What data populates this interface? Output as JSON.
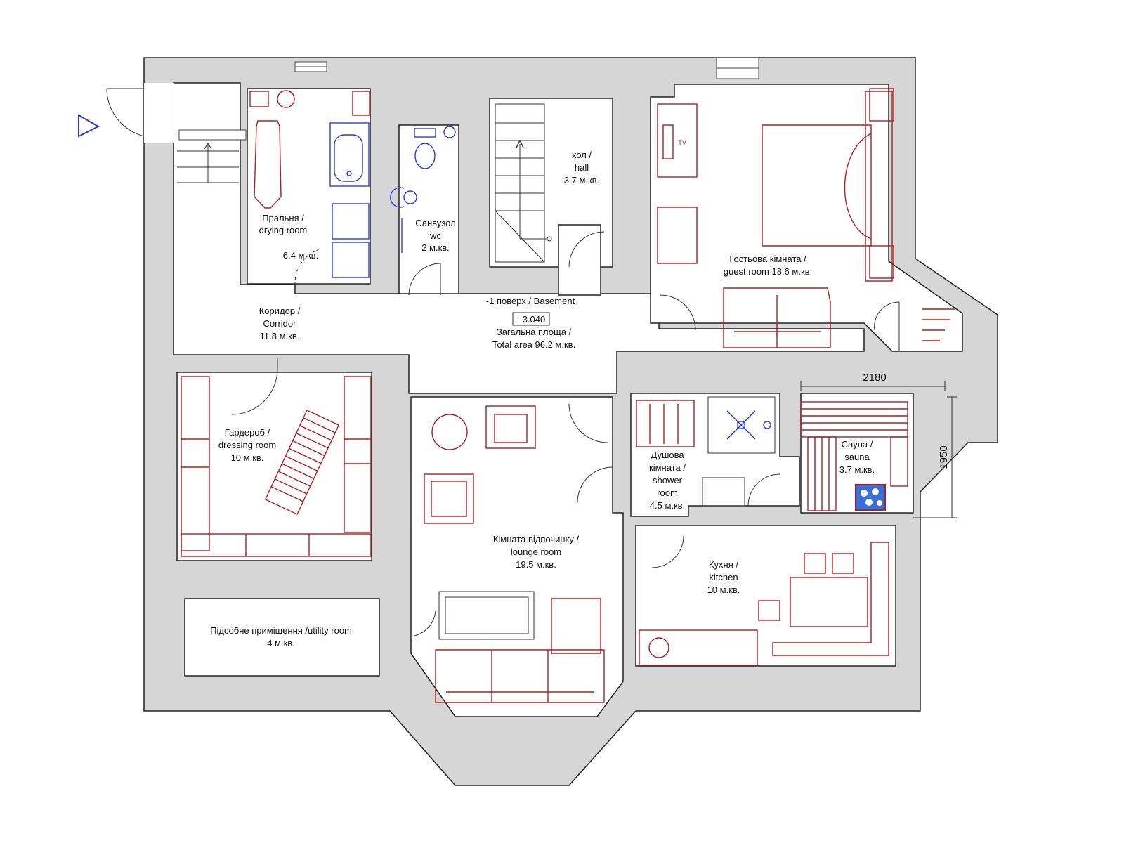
{
  "plan": {
    "level_title": "-1 поверх / Basement",
    "level_mark": "- 3.040",
    "total_area_line1": "Загальна площа /",
    "total_area_line2": "Total area 96.2 м.кв."
  },
  "rooms": {
    "laundry": {
      "line1": "Пральня /",
      "line2": "drying room",
      "line3": "6.4 м.кв."
    },
    "wc": {
      "line1": "Санвузол",
      "line2": "wc",
      "line3": "2 м.кв."
    },
    "hall": {
      "line1": "хол /",
      "line2": "hall",
      "line3": "3.7 м.кв."
    },
    "guest": {
      "line1": "Гостьова кімната /",
      "line2": "guest room 18.6 м.кв."
    },
    "corridor": {
      "line1": "Коридор /",
      "line2": "Corridor",
      "line3": "11.8 м.кв."
    },
    "dressing": {
      "line1": "Гардероб /",
      "line2": "dressing room",
      "line3": "10 м.кв."
    },
    "shower": {
      "line1": "Душова",
      "line2": "кімната /",
      "line3": "shower",
      "line4": "room",
      "line5": "4.5 м.кв."
    },
    "sauna": {
      "line1": "Сауна /",
      "line2": "sauna",
      "line3": "3.7 м.кв."
    },
    "lounge": {
      "line1": "Кімната відпочинку /",
      "line2": "lounge room",
      "line3": "19.5 м.кв."
    },
    "kitchen": {
      "line1": "Кухня /",
      "line2": "kitchen",
      "line3": "10 м.кв."
    },
    "utility": {
      "line1": "Підсобне приміщення /utility room",
      "line2": "4 м.кв."
    }
  },
  "dimensions": {
    "sauna_width": "2180",
    "sauna_depth": "1950"
  },
  "fixtures": {
    "tv_label": "TV"
  },
  "icons": {
    "entrance": "entrance-arrow-icon"
  },
  "colors": {
    "wall": "#d6d6d6",
    "furniture": "#b01e1e",
    "plumbing": "#2a3bd6"
  }
}
